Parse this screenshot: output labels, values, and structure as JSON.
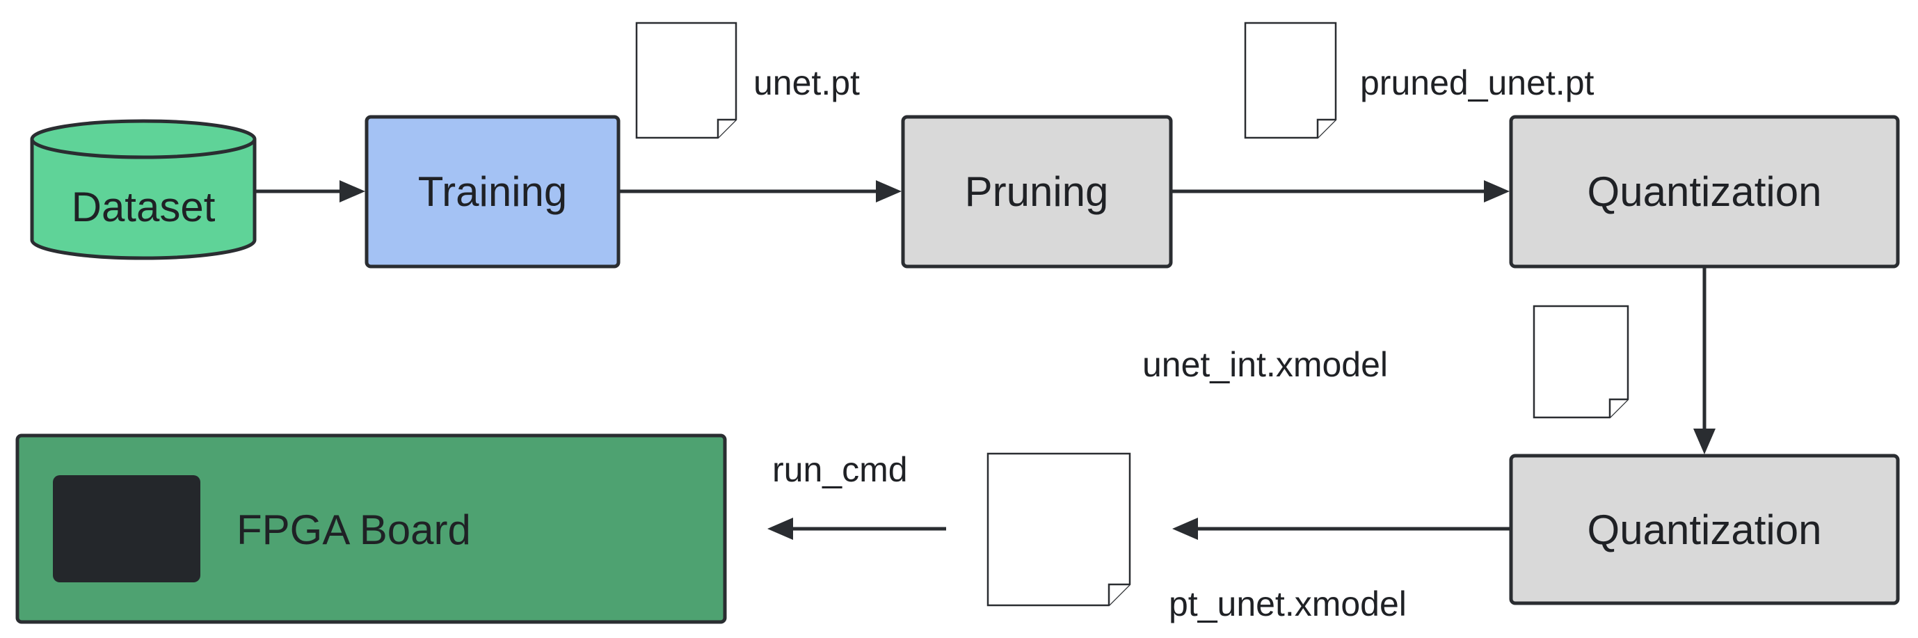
{
  "nodes": {
    "dataset": "Dataset",
    "training": "Training",
    "pruning": "Pruning",
    "quantization_top": "Quantization",
    "quantization_bottom": "Quantization",
    "fpga_board": "FPGA Board"
  },
  "files": {
    "unet_pt": "unet.pt",
    "pruned_unet_pt": "pruned_unet.pt",
    "unet_int_xmodel": "unet_int.xmodel",
    "pt_unet_xmodel": "pt_unet.xmodel",
    "run_cmd": "run_cmd"
  },
  "colors": {
    "dataset_fill": "#5fd398",
    "training_fill": "#a4c2f4",
    "process_fill": "#d9d9d9",
    "fpga_fill": "#4ea271",
    "fpga_chip": "#24272b",
    "stroke": "#2a2d31"
  }
}
